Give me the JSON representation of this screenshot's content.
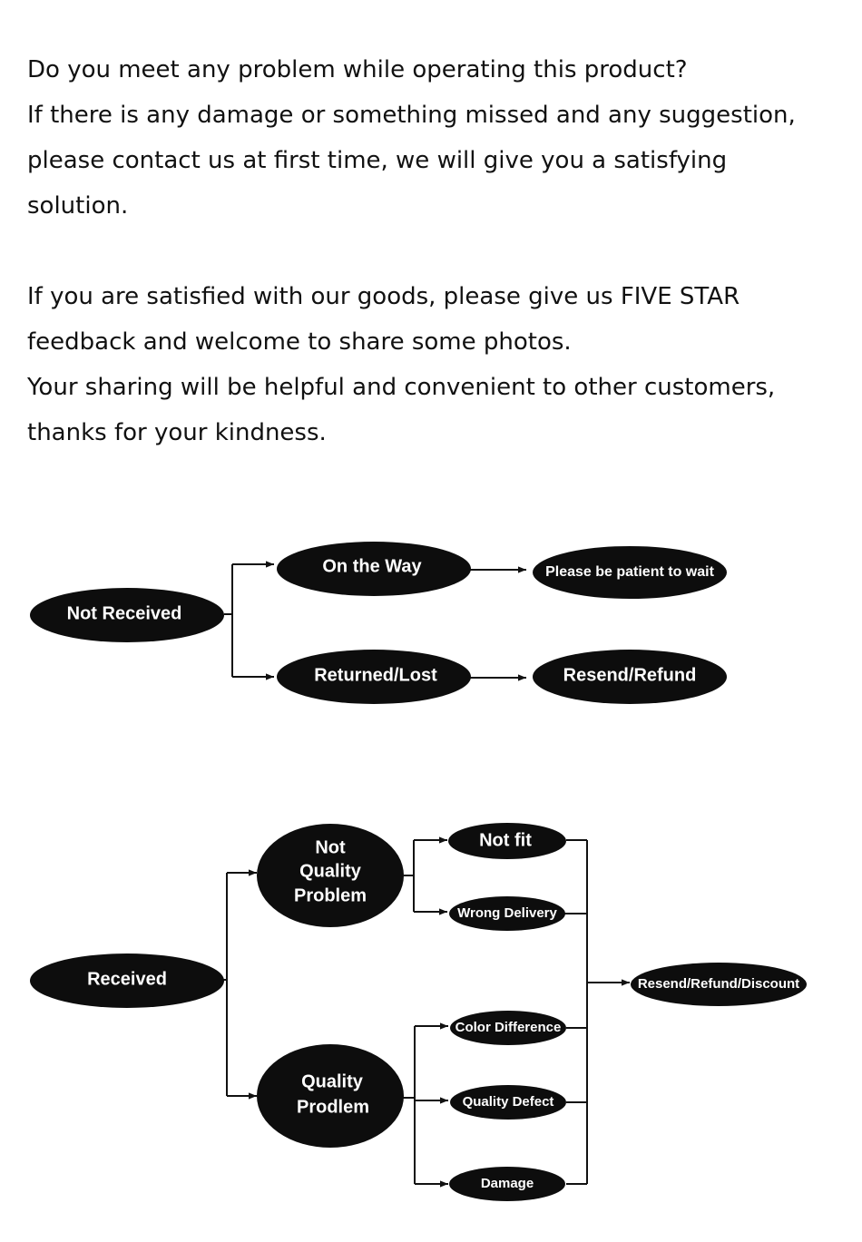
{
  "intro": {
    "p1_l1": "Do you meet any problem while operating this product?",
    "p1_l2": "If there is any damage or something missed and any suggestion,",
    "p1_l3": "please contact us at first time, we will give you a satisfying",
    "p1_l4": "solution.",
    "p2_l1a": "If you are satisfied with our goods, please give us ",
    "p2_l1b": "FIVE STAR",
    "p2_l2": "feedback and welcome to share some photos.",
    "p2_l3": "Your sharing will be helpful and convenient to other customers,",
    "p2_l4": "thanks for your kindness."
  },
  "flow_not_received": {
    "root": "Not Received",
    "on_the_way": "On the Way",
    "returned_lost": "Returned/Lost",
    "be_patient": "Please be patient to wait",
    "resend_refund": "Resend/Refund"
  },
  "flow_received": {
    "root": "Received",
    "not_quality_l1": "Not",
    "not_quality_l2": "Quality",
    "not_quality_l3": "Problem",
    "quality_l1": "Quality",
    "quality_l2": "Prodlem",
    "not_fit": "Not fit",
    "wrong_delivery": "Wrong Delivery",
    "color_difference": "Color Difference",
    "quality_defect": "Quality Defect",
    "damage": "Damage",
    "outcome": "Resend/Refund/Discount"
  },
  "colors": {
    "node_fill": "#0d0d0d",
    "node_text": "#ffffff",
    "line": "#111111"
  }
}
